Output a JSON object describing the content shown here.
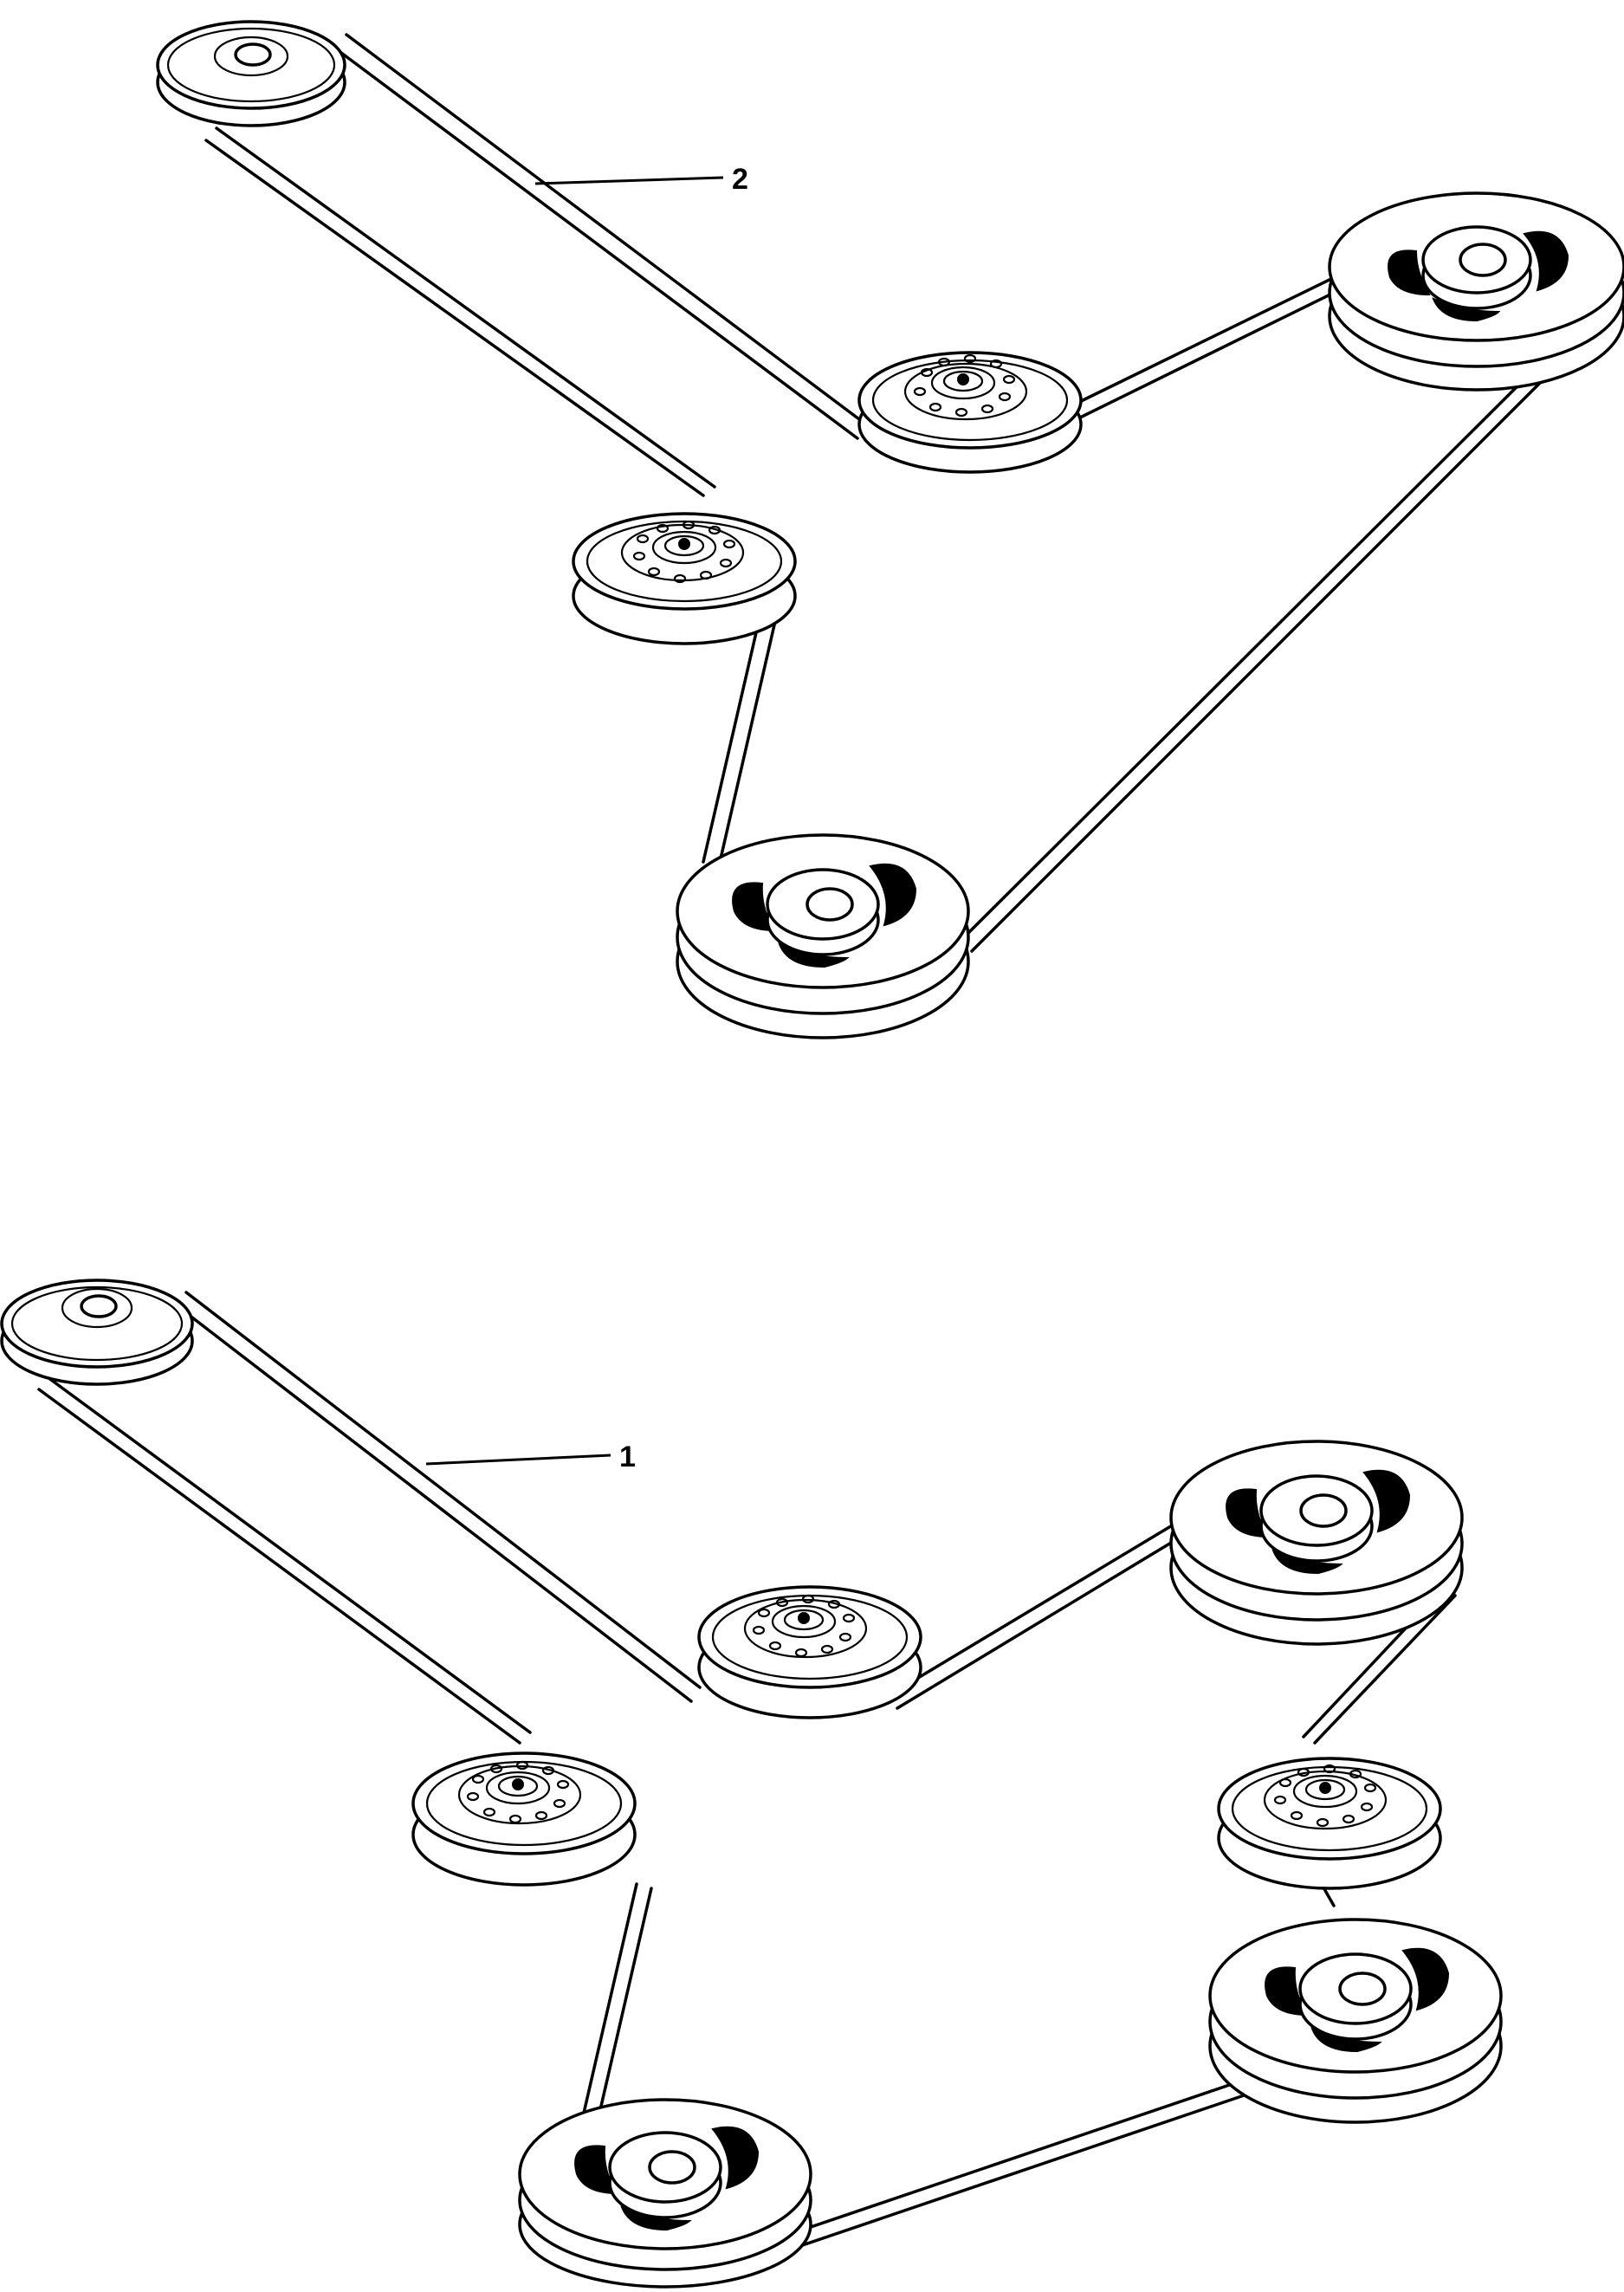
{
  "callouts": {
    "belt_upper": "2",
    "belt_lower": "1"
  },
  "assemblies": [
    {
      "callout": "2",
      "pulleys": [
        {
          "id": "u-small",
          "type": "small-spindle"
        },
        {
          "id": "u-idler-a",
          "type": "idler"
        },
        {
          "id": "u-idler-b",
          "type": "idler"
        },
        {
          "id": "u-spindle-right",
          "type": "blade-spindle"
        },
        {
          "id": "u-spindle-bottom",
          "type": "blade-spindle"
        }
      ]
    },
    {
      "callout": "1",
      "pulleys": [
        {
          "id": "l-small",
          "type": "small-spindle"
        },
        {
          "id": "l-idler-a",
          "type": "idler"
        },
        {
          "id": "l-idler-b",
          "type": "idler"
        },
        {
          "id": "l-idler-c",
          "type": "idler"
        },
        {
          "id": "l-spindle-top",
          "type": "blade-spindle"
        },
        {
          "id": "l-spindle-right",
          "type": "blade-spindle"
        },
        {
          "id": "l-spindle-bottom",
          "type": "blade-spindle"
        }
      ]
    }
  ],
  "colors": {
    "ink": "#000000",
    "paper": "#ffffff"
  }
}
